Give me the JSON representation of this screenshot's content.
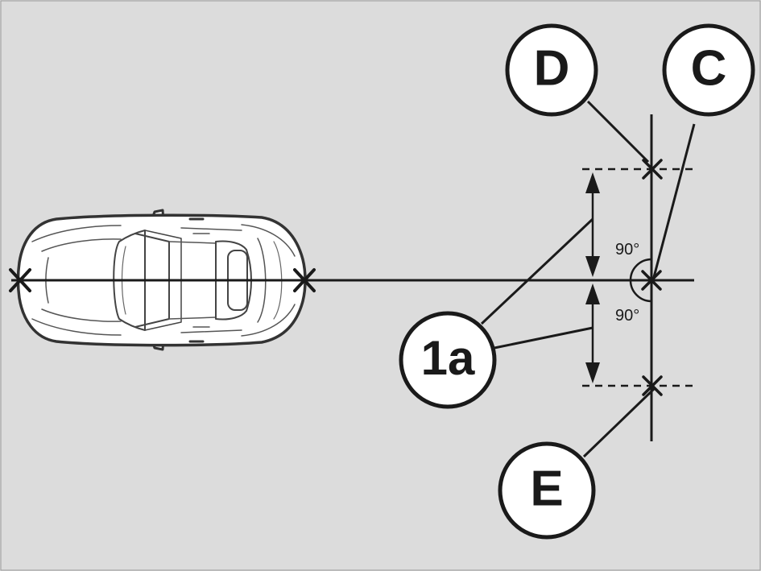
{
  "colors": {
    "background": "#dcdcdc",
    "line": "#1a1a1a",
    "car_body": "#ffffff",
    "car_outline": "#333333",
    "car_detail": "#555555",
    "callout_fill": "#ffffff"
  },
  "callouts": {
    "d": "D",
    "c": "C",
    "e": "E",
    "dimension": "1a"
  },
  "angles": {
    "upper": "90°",
    "lower": "90°"
  },
  "icons": {
    "marker": "x-mark-icon",
    "arrow": "double-arrow-icon",
    "vehicle": "car-top-view-icon"
  }
}
